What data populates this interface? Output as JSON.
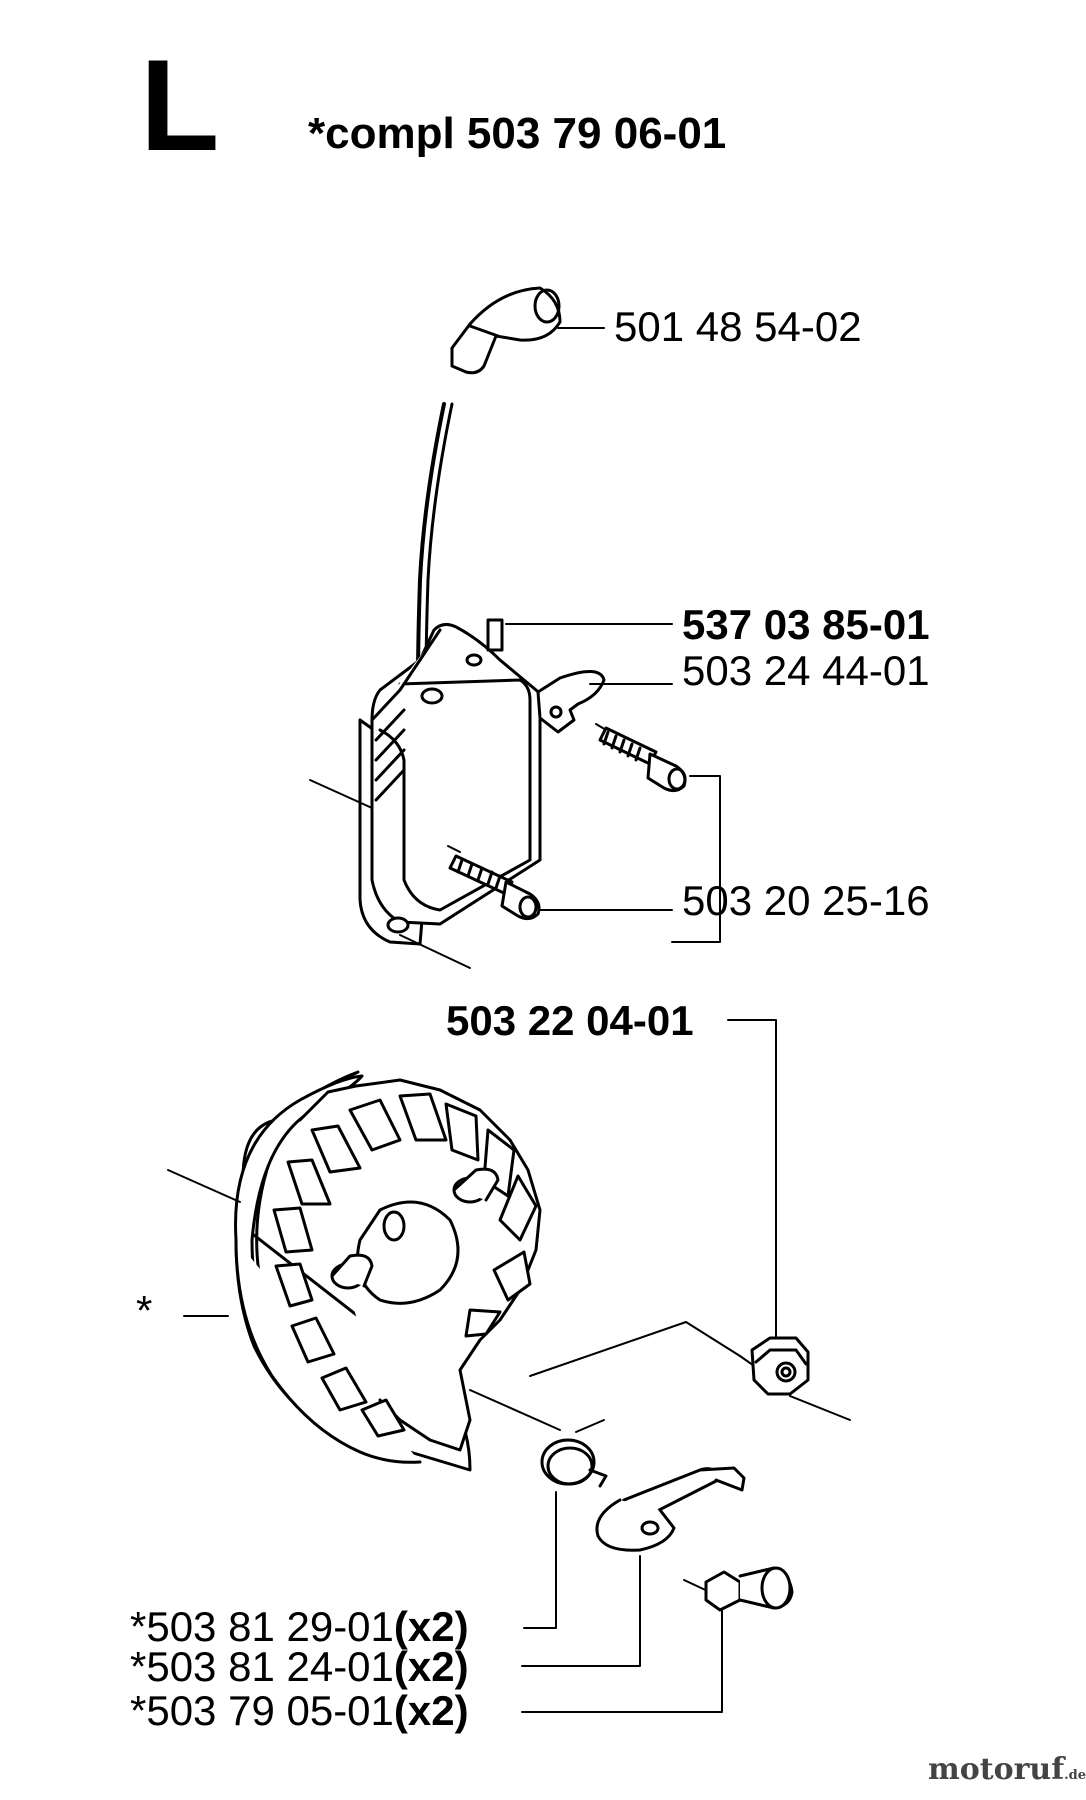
{
  "section": {
    "letter": "L",
    "compl": "*compl 503 79 06-01"
  },
  "parts": {
    "spark_cap": "501 48 54-02",
    "ignition_module": "537 03 85-01",
    "terminal_clip": "503 24 44-01",
    "screws": "503 20 25-16",
    "flywheel_nut": "503 22 04-01",
    "flywheel_mark": "*",
    "spring": {
      "number": "*503 81 29-01",
      "qty": "(x2)"
    },
    "pawl": {
      "number": "*503 81 24-01",
      "qty": "(x2)"
    },
    "pin": {
      "number": "*503 79 05-01",
      "qty": "(x2)"
    }
  },
  "watermark": {
    "name": "motoruf",
    "tld": ".de"
  }
}
